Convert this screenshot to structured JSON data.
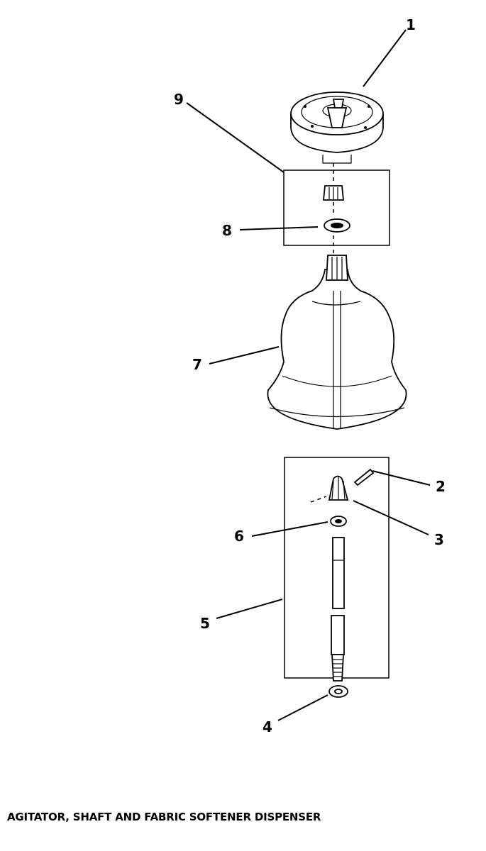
{
  "diagram": {
    "title": "AGITATOR, SHAFT AND FABRIC SOFTENER DISPENSER",
    "callouts": [
      "1",
      "2",
      "3",
      "4",
      "5",
      "6",
      "7",
      "8",
      "9"
    ],
    "parts": [
      {
        "ref": "1",
        "icon": "fabric-softener-dispenser-icon"
      },
      {
        "ref": "2",
        "icon": "pin-icon"
      },
      {
        "ref": "3",
        "icon": "drive-bell-icon"
      },
      {
        "ref": "4",
        "icon": "washer-ring-icon"
      },
      {
        "ref": "5",
        "icon": "shaft-kit-icon"
      },
      {
        "ref": "6",
        "icon": "seal-ring-icon"
      },
      {
        "ref": "7",
        "icon": "agitator-icon"
      },
      {
        "ref": "8",
        "icon": "seal-icon"
      },
      {
        "ref": "9",
        "icon": "coupling-kit-icon"
      }
    ]
  }
}
